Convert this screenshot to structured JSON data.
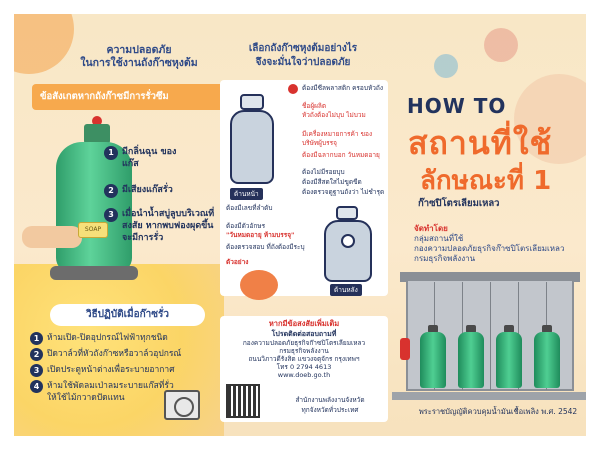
{
  "left": {
    "title_line1": "ความปลอดภัย",
    "title_line2": "ในการใช้งานถังก๊าซหุงต้ม",
    "banner": "ข้อสังเกตหากถังก๊าซมีการรั่วซึม",
    "tank_label": "SOAP",
    "checks": [
      {
        "num": "1",
        "text": "มีกลิ่นฉุน ของแก๊ส"
      },
      {
        "num": "2",
        "text": "มีเสียงแก๊สรั่ว"
      },
      {
        "num": "3",
        "text": "เมื่อนำน้ำสบู่ลูบบริเวณที่สงสัย หากพบฟองผุดขึ้น จะมีการรั่ว"
      }
    ],
    "procedure_title": "วิธีปฏิบัติเมื่อก๊าซรั่ว",
    "steps": [
      {
        "num": "1",
        "text": "ห้ามเปิด-ปิดอุปกรณ์ไฟฟ้าทุกชนิด"
      },
      {
        "num": "2",
        "text": "ปิดวาล์วที่หัวถังก๊าซหรือวาล์วอุปกรณ์"
      },
      {
        "num": "3",
        "text": "เปิดประตูหน้าต่างเพื่อระบายอากาศ"
      },
      {
        "num": "4",
        "text": "ห้ามใช้พัดลมเป่าลมระบายแก๊สที่รั่ว ให้ใช้ไม้กวาดปัดแทน"
      }
    ]
  },
  "middle": {
    "title_line1": "เลือกถังก๊าซหุงต้มอย่างไร",
    "title_line2": "จึงจะมั่นใจว่าปลอดภัย",
    "front_labels": [
      "ต้องมีซีลพลาสติก ครอบหัวถัง",
      "ชื่อผู้ผลิต",
      "หัวถังต้องไม่บุบ ไม่บวม",
      "มีเครื่องหมายการค้า ของบริษัทผู้บรรจุ",
      "ต้องมีฉลากบอก วันหมดอายุ",
      "ต้องไม่มีรอยบุบ",
      "ต้องมีสีสดใสไม่ขูดขีด",
      "ต้องตรวจดูฐานถังว่า ไม่ชำรุด"
    ],
    "front_caption": "ด้านหน้า",
    "back_note1": "ต้องมีเลขที่ลำดับ",
    "back_note2": "ต้องมีตัวอักษร",
    "back_note3": "\"วันหมดอายุ ห้ามบรรจุ\"",
    "back_note4": "ต้องตรวจสอบ ที่ถังต้องมีระบุ",
    "back_caption": "ด้านหลัง",
    "date_caption": "ตัวอย่าง",
    "info": {
      "heading": "หากมีข้อสงสัยเพิ่มเติม",
      "sub": "โปรดติดต่อสอบถามที่",
      "org": "กรมธุรกิจพลังงาน",
      "address": "ถนนวิภาวดีรังสิต แขวงจตุจักร กรุงเทพฯ",
      "phone": "โทร 0 2794 4613",
      "web": "www.doeb.go.th",
      "division": "กองความปลอดภัยธุรกิจก๊าซปิโตรเลียมเหลว",
      "note1": "สำนักงานพลังงานจังหวัด",
      "note2": "ทุกจังหวัดทั่วประเทศ"
    }
  },
  "right": {
    "how_to": "HOW TO",
    "title_line1": "สถานที่ใช้",
    "title_line2": "ลักษณะที่ 1",
    "subtitle": "ก๊าซปิโตรเลียมเหลว",
    "by_label": "จัดทำโดย",
    "by_line1": "กลุ่มสถานที่ใช้",
    "by_line2": "กองความปลอดภัยธุรกิจก๊าซปิโตรเลียมเหลว",
    "by_line3": "กรมธุรกิจพลังงาน",
    "law_note": "พระราชบัญญัติควบคุมน้ำมันเชื้อเพลิง พ.ศ. 2542"
  },
  "colors": {
    "navy": "#22335d",
    "orange": "#ef6a2c",
    "green": "#2f9d6a",
    "red": "#d8322e",
    "background": "#f8e7c6"
  }
}
